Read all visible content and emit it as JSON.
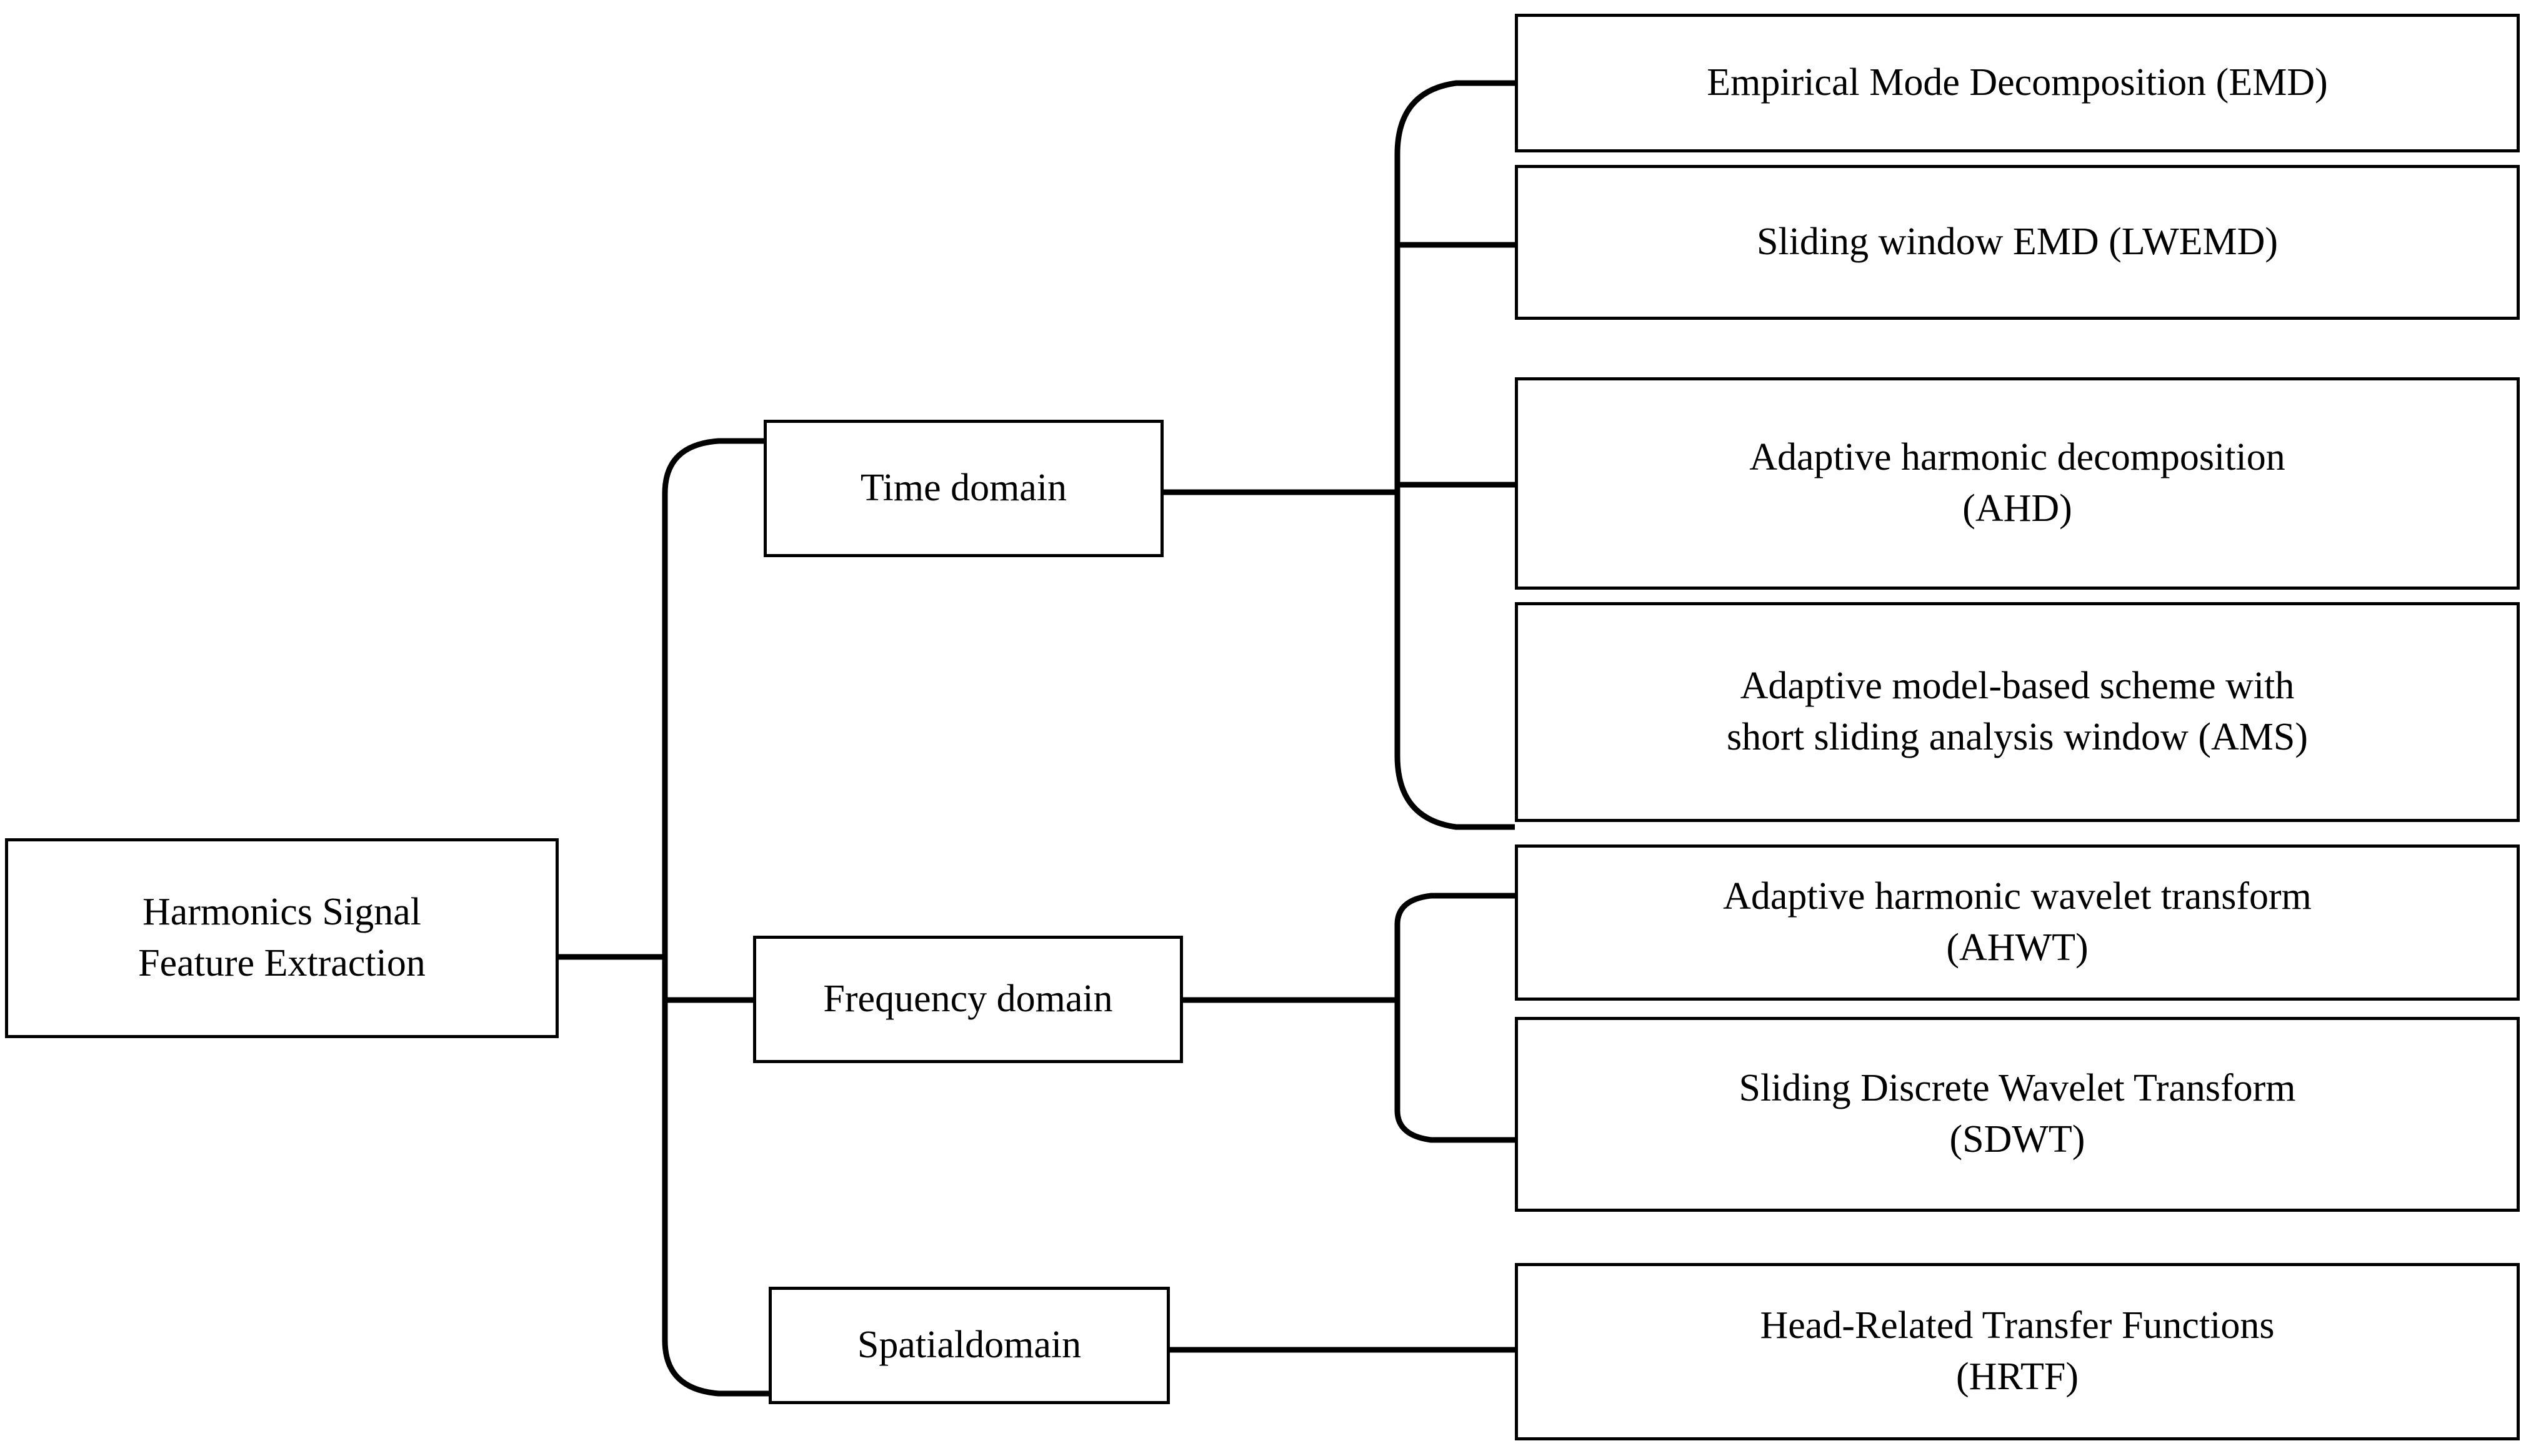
{
  "diagram": {
    "type": "hierarchy-tree",
    "orientation": "left-to-right",
    "title": "Harmonics Signal Feature Extraction taxonomy",
    "background_color": "#ffffff",
    "line_color": "#000000",
    "box_border_color": "#000000",
    "box_fill_color": "#ffffff",
    "root": {
      "id": "root",
      "label": "Harmonics Signal\nFeature Extraction"
    },
    "branches": [
      {
        "id": "time-domain",
        "label": "Time domain",
        "leaves": [
          {
            "id": "emd",
            "label": "Empirical Mode Decomposition (EMD)"
          },
          {
            "id": "lwemd",
            "label": "Sliding window EMD (LWEMD)"
          },
          {
            "id": "ahd",
            "label": "Adaptive harmonic decomposition\n(AHD)"
          },
          {
            "id": "ams",
            "label": "Adaptive model-based scheme with\nshort sliding analysis window (AMS)"
          }
        ]
      },
      {
        "id": "frequency-domain",
        "label": "Frequency domain",
        "leaves": [
          {
            "id": "ahwt",
            "label": "Adaptive harmonic wavelet transform\n(AHWT)"
          },
          {
            "id": "sdwt",
            "label": "Sliding Discrete Wavelet Transform\n(SDWT)"
          }
        ]
      },
      {
        "id": "spatial-domain",
        "label": "Spatialdomain",
        "leaves": [
          {
            "id": "hrtf",
            "label": "Head-Related Transfer Functions\n(HRTF)"
          }
        ]
      }
    ]
  }
}
